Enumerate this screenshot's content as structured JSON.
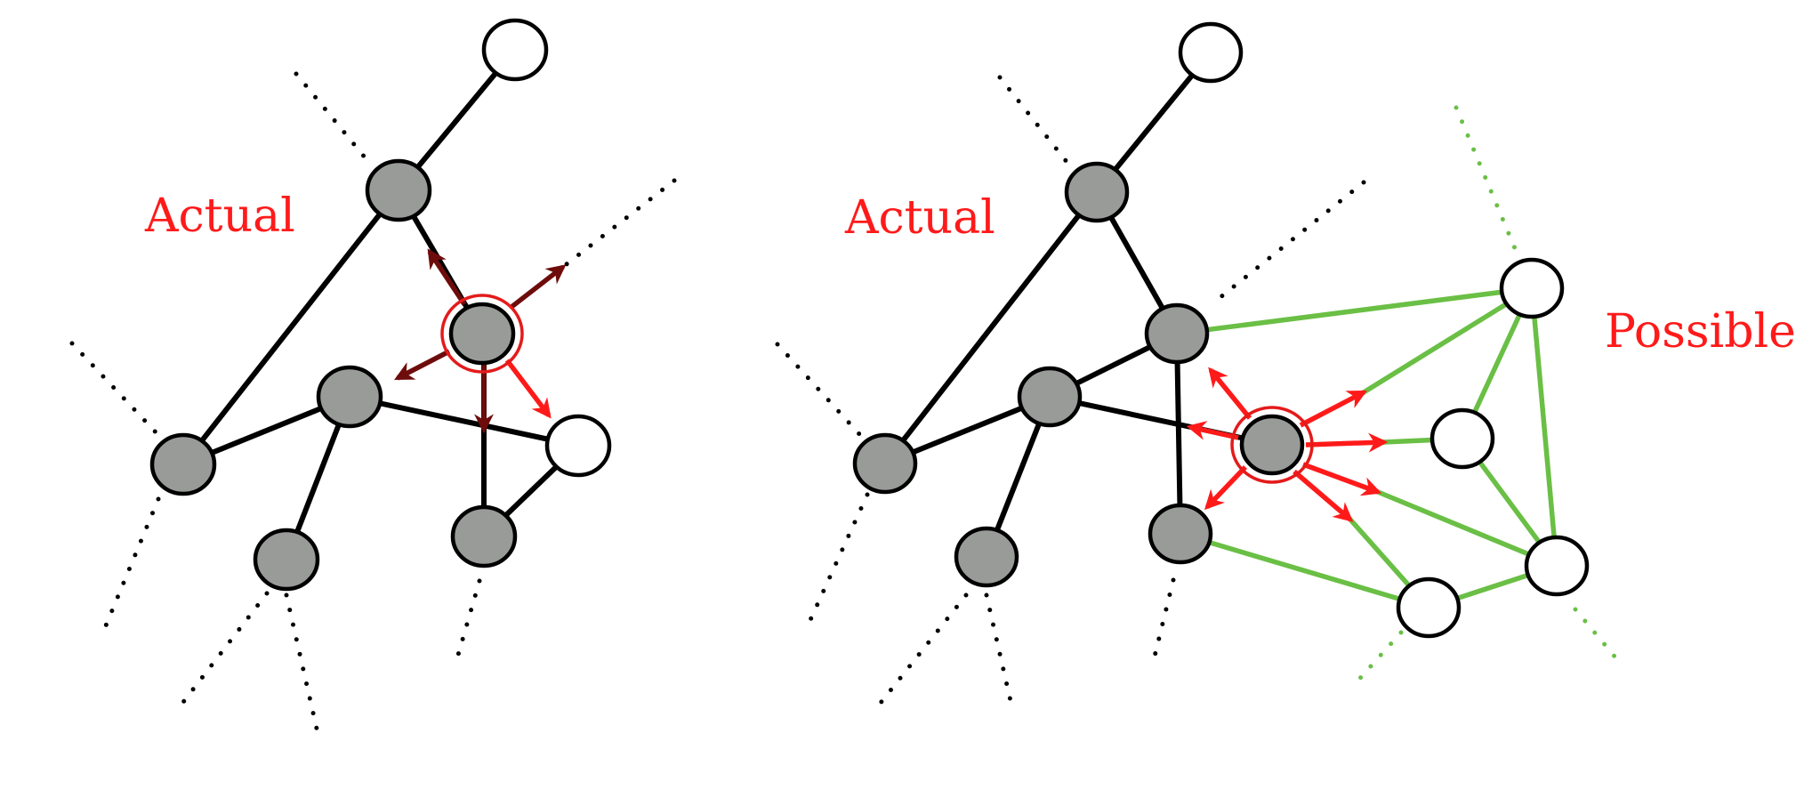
{
  "left_panel": {
    "label": "Actual"
  },
  "right_panel": {
    "actual_label": "Actual",
    "possible_label": "Possible"
  },
  "colors": {
    "label": "#ff1a1a",
    "actual_arrow": "#6e0c0c",
    "highlight_arrow": "#ff1a1a",
    "possible_edge": "#6abf45",
    "occupied_node": "#999b99",
    "empty_node": "#ffffff"
  }
}
